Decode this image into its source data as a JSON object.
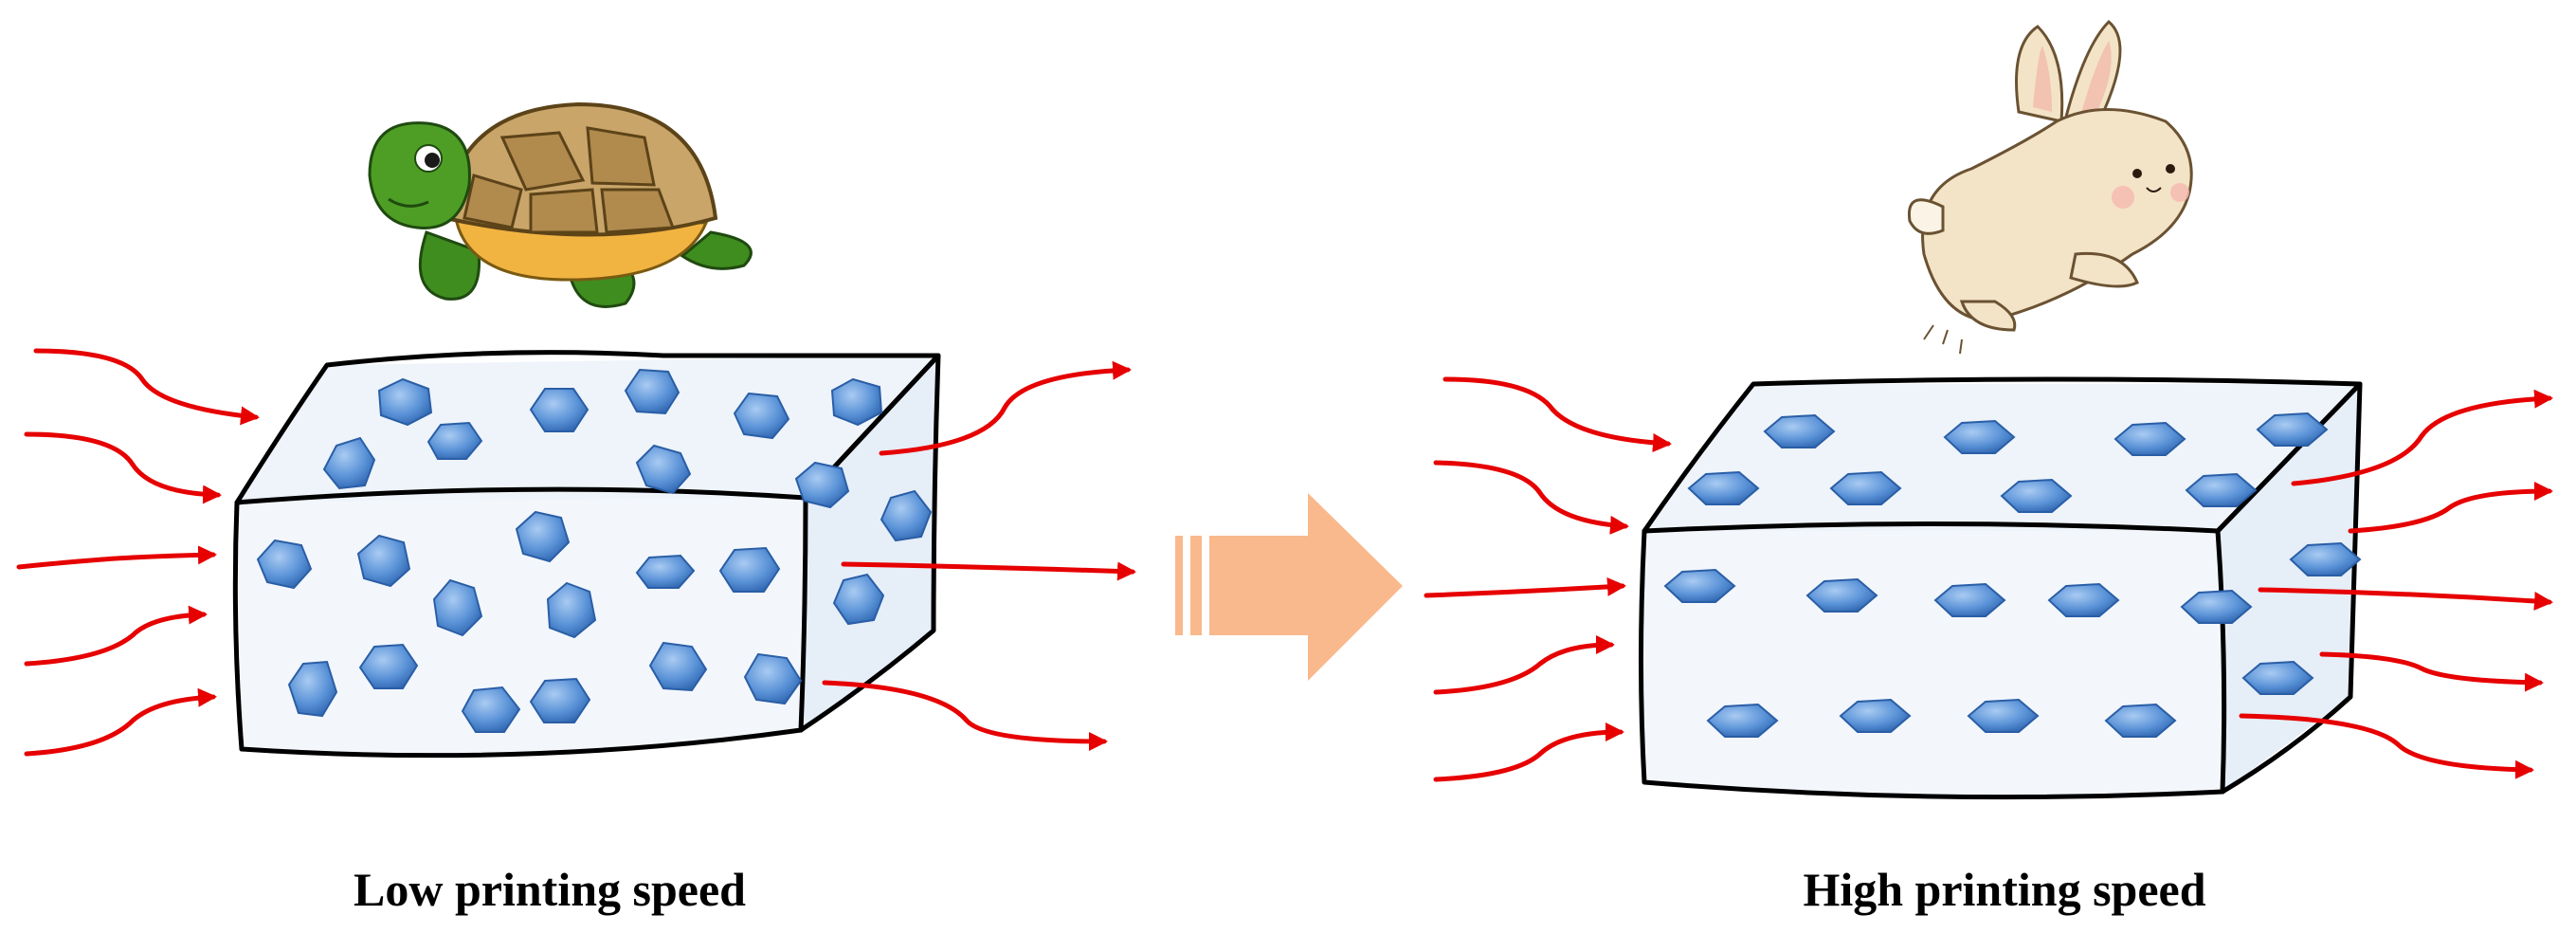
{
  "panels": [
    {
      "key": "low",
      "caption": "Low printing speed",
      "animal_icon": "turtle-icon",
      "particle_arrangement": "random"
    },
    {
      "key": "high",
      "caption": "High printing speed",
      "animal_icon": "rabbit-icon",
      "particle_arrangement": "aligned"
    }
  ],
  "colors": {
    "flow_arrow": "#e60000",
    "transition_arrow": "#f9b98c",
    "block_fill": "#eef4fa",
    "particle": "#5b93d8",
    "outline": "#000000"
  },
  "transition_arrow_icon": "right-arrow-icon"
}
